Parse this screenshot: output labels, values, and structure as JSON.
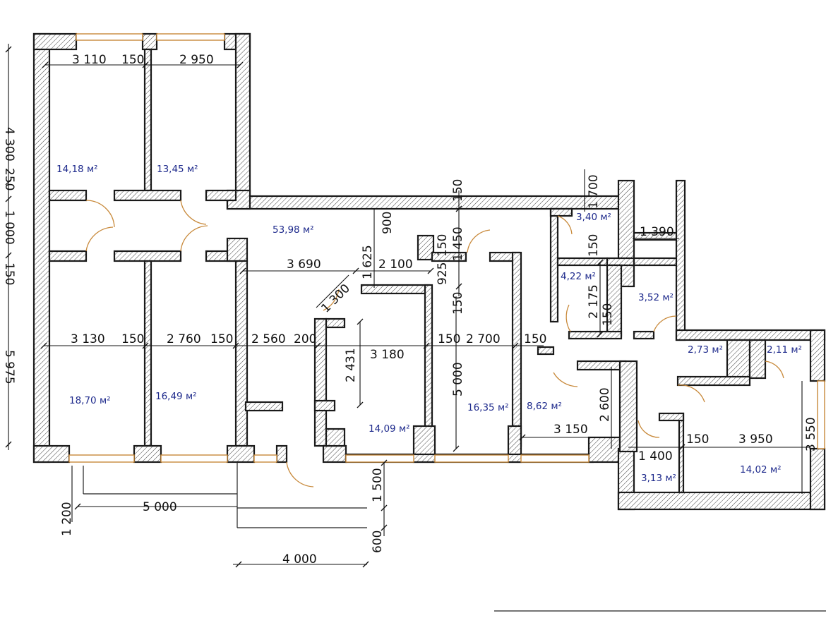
{
  "dimensions": {
    "top_3110": "3 110",
    "top_150a": "150",
    "top_2950": "2 950",
    "mid_3130": "3 130",
    "mid_150a": "150",
    "mid_2760": "2 760",
    "mid_150b": "150",
    "mid_2560": "2 560",
    "mid_200": "200",
    "mid_3180": "3 180",
    "mid_150c": "150",
    "mid_2700": "2 700",
    "mid_150d": "150",
    "d_3690": "3 690",
    "d_2100": "2 100",
    "d_1625": "1 625",
    "d_900": "900",
    "d_150top": "150",
    "d_1450": "1 450",
    "d_150v": "150",
    "d_925": "925",
    "d_150v2": "150",
    "d_1300": "1 300",
    "d_2431": "2 431",
    "d_5000v": "5 000",
    "d_1700": "1 700",
    "d_1390": "1 390",
    "d_150r1": "150",
    "d_2175": "2 175",
    "d_150r2": "150",
    "d_2600": "2 600",
    "d_3150": "3 150",
    "d_1400": "1 400",
    "d_150r3": "150",
    "d_3950": "3 950",
    "d_3550": "3 550",
    "b_5000": "5 000",
    "b_1200": "1 200",
    "b_1500": "1 500",
    "b_600": "600",
    "b_4000": "4 000",
    "l_4300": "4 300",
    "l_250": "250",
    "l_1000": "1 000",
    "l_150": "150",
    "l_5975": "5 975"
  },
  "areas": {
    "r1": "14,18 м²",
    "r2": "13,45 м²",
    "r3": "53,98 м²",
    "r4": "3,40 м²",
    "r5": "4,22 м²",
    "r6": "3,52 м²",
    "r7": "18,70 м²",
    "r8": "16,49 м²",
    "r9": "14,09 м²",
    "r10": "16,35 м²",
    "r11": "8,62 м²",
    "r12": "2,73 м²",
    "r13": "2,11 м²",
    "r14": "3,13 м²",
    "r15": "14,02 м²"
  }
}
